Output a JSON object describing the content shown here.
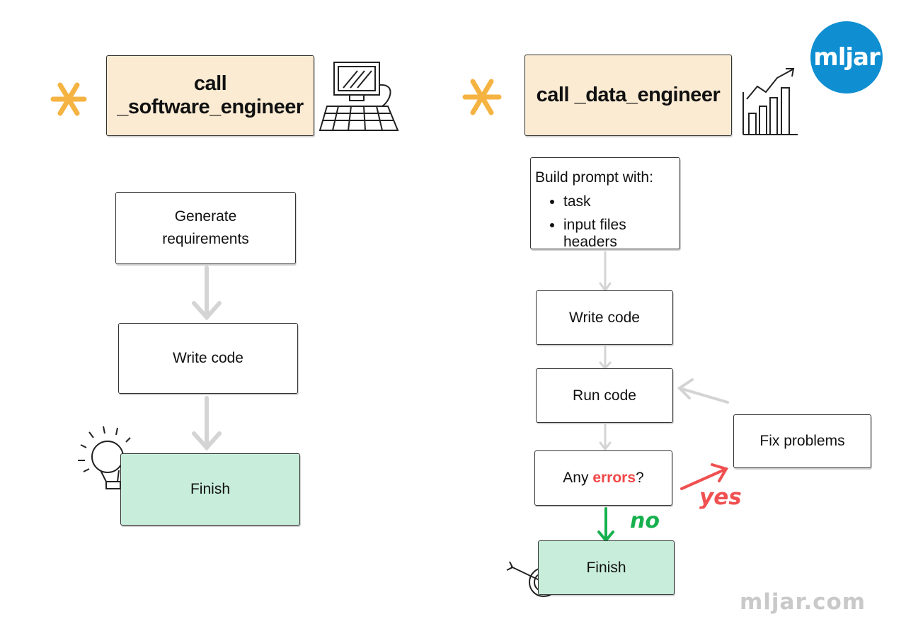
{
  "logo": {
    "text": "mljar",
    "color": "#0f8fd1"
  },
  "watermark": "mljar.com",
  "left": {
    "title": "call _software_engineer",
    "steps": {
      "generate": [
        "Generate",
        "requirements"
      ],
      "write": "Write code",
      "finish": "Finish"
    },
    "icons": [
      "asterisk-icon",
      "computer-icon",
      "lightbulb-icon"
    ]
  },
  "right": {
    "title": "call _data_engineer",
    "prompt": {
      "heading": "Build  prompt with:",
      "items": [
        "task",
        "input files headers"
      ]
    },
    "steps": {
      "write": "Write code",
      "run": "Run code",
      "check_prefix": "Any ",
      "check_highlight": "errors",
      "check_suffix": "?",
      "fix": "Fix problems",
      "finish": "Finish"
    },
    "edges": {
      "yes": "yes",
      "no": "no"
    },
    "icons": [
      "asterisk-icon",
      "bar-chart-icon",
      "target-icon"
    ]
  },
  "colors": {
    "header_bg": "#fbebd3",
    "finish_bg": "#c8eedb",
    "asterisk": "#f5b342",
    "arrow_gray": "#d4d4d4",
    "yes_red": "#f05050",
    "no_green": "#17b04f"
  }
}
